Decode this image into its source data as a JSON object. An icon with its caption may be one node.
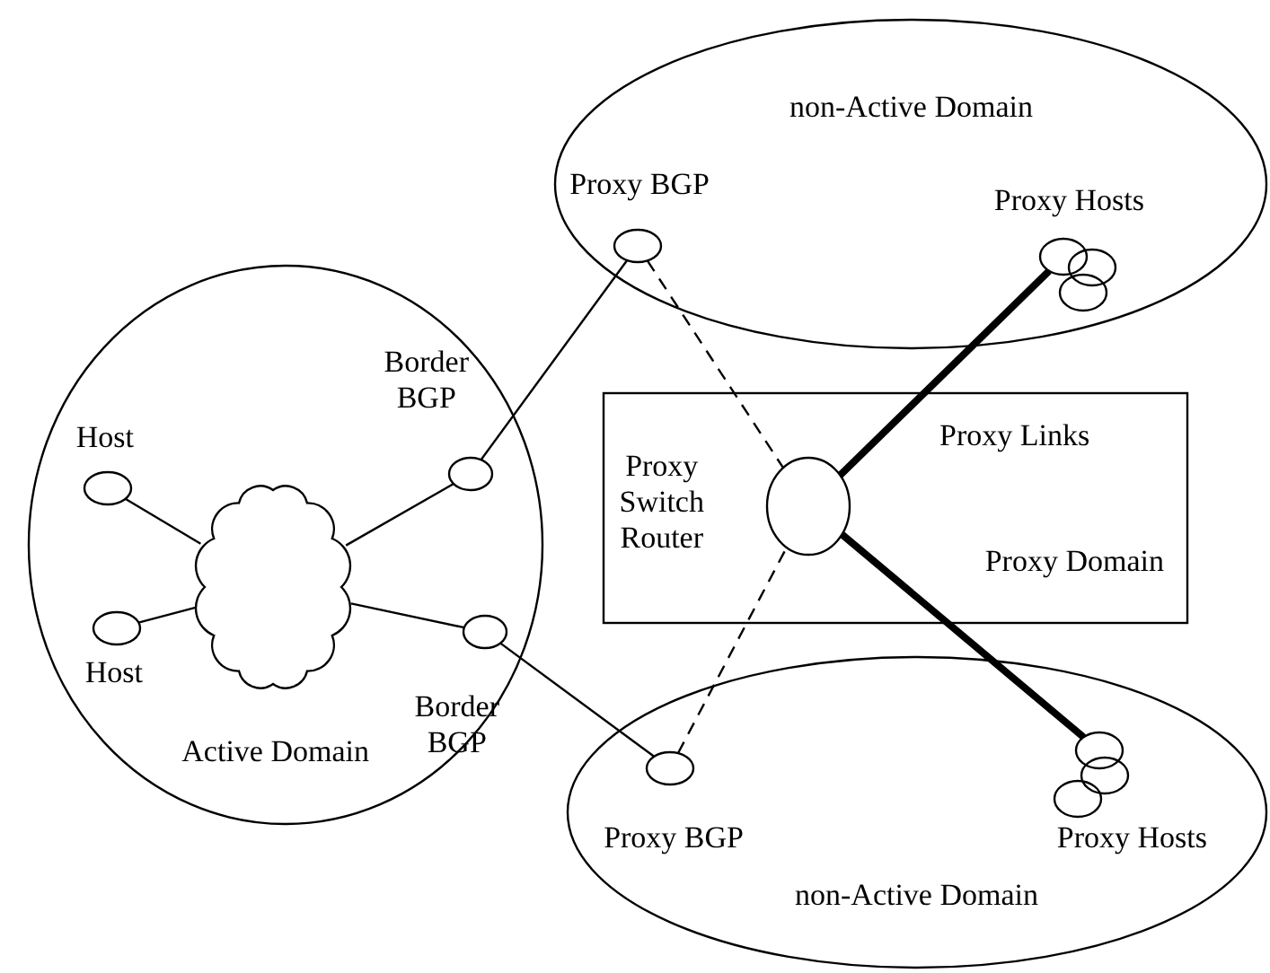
{
  "diagram": {
    "nodes": [
      {
        "text": [
          "Active Domain"
        ]
      },
      {
        "text": [
          "Host"
        ],
        "in": 0
      },
      {
        "text": [
          "Host"
        ],
        "in": 0
      },
      {
        "text": [],
        "shape": "cloud",
        "in": 0
      },
      {
        "text": [
          "Border BGP"
        ],
        "in": 0
      },
      {
        "text": [
          "Border BGP"
        ],
        "in": 0
      },
      {
        "text": [
          "non-Active Domain"
        ]
      },
      {
        "text": [
          "Proxy BGP"
        ],
        "in": 6
      },
      {
        "text": [
          "Proxy Hosts"
        ],
        "in": 6
      },
      {
        "text": [
          "Proxy Domain"
        ]
      },
      {
        "text": [
          "Proxy Switch Router"
        ],
        "in": 9
      },
      {
        "text": [
          "non-Active Domain"
        ]
      },
      {
        "text": [
          "Proxy BGP"
        ],
        "in": 11
      },
      {
        "text": [
          "Proxy Hosts"
        ],
        "in": 11
      }
    ],
    "edges": [
      {
        "from": 1,
        "to": 3,
        "arrow": "none"
      },
      {
        "from": 2,
        "to": 3,
        "arrow": "none"
      },
      {
        "from": 3,
        "to": 4,
        "arrow": "none"
      },
      {
        "from": 3,
        "to": 5,
        "arrow": "none"
      },
      {
        "from": 4,
        "to": 7,
        "arrow": "none"
      },
      {
        "from": 5,
        "to": 12,
        "arrow": "none"
      },
      {
        "from": 7,
        "to": 10,
        "arrow": "none",
        "style": "dashed"
      },
      {
        "from": 12,
        "to": 10,
        "arrow": "none",
        "style": "dashed"
      },
      {
        "from": 10,
        "to": 8,
        "arrow": "none",
        "style": "thick"
      },
      {
        "from": 10,
        "to": 13,
        "arrow": "none",
        "style": "thick"
      }
    ],
    "labels": [
      "Proxy Links"
    ]
  }
}
